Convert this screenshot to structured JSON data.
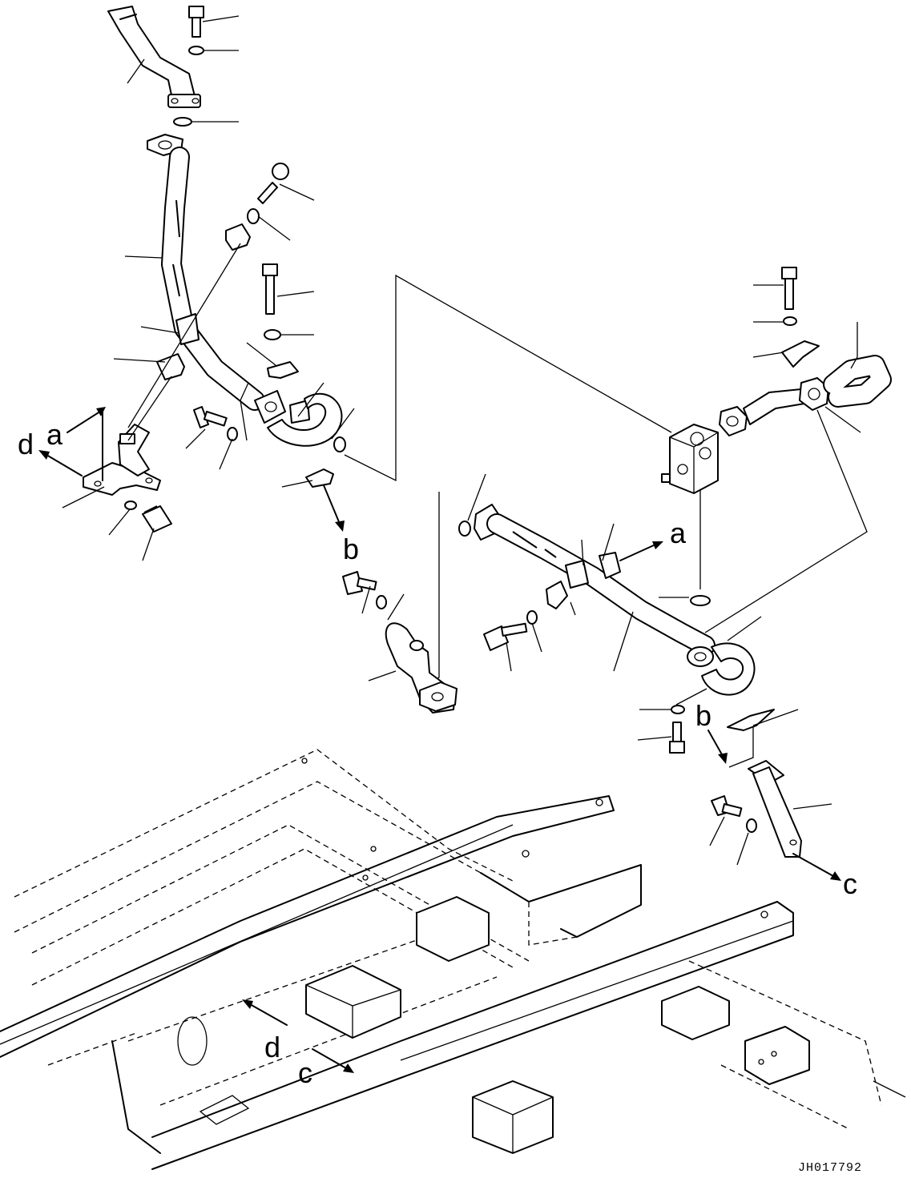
{
  "labels": {
    "d_top": "d",
    "a_top": "a",
    "b_top": "b",
    "a_right": "a",
    "b_right": "b",
    "c_right": "c",
    "d_frame": "d",
    "c_frame": "c"
  },
  "drawing_code": "JH017792"
}
